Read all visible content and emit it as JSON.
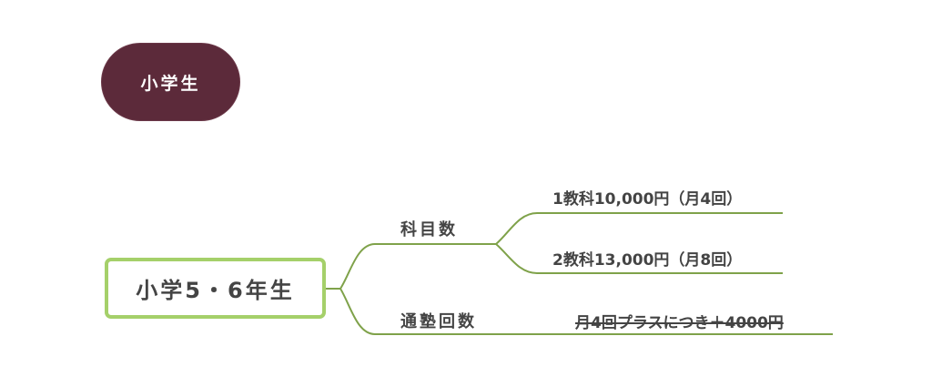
{
  "floating_topic": "小学生",
  "central_topic": "小学5・6年生",
  "branches": [
    {
      "label": "科目数",
      "children": [
        "1教科10,000円（月4回）",
        "2教科13,000円（月8回）"
      ]
    },
    {
      "label": "通塾回数",
      "note": "月4回プラスにつき＋4000円"
    }
  ],
  "colors": {
    "pill": "#5c2a3a",
    "root_border": "#a5d06a",
    "connector": "#7fa24a",
    "text": "#444444"
  }
}
